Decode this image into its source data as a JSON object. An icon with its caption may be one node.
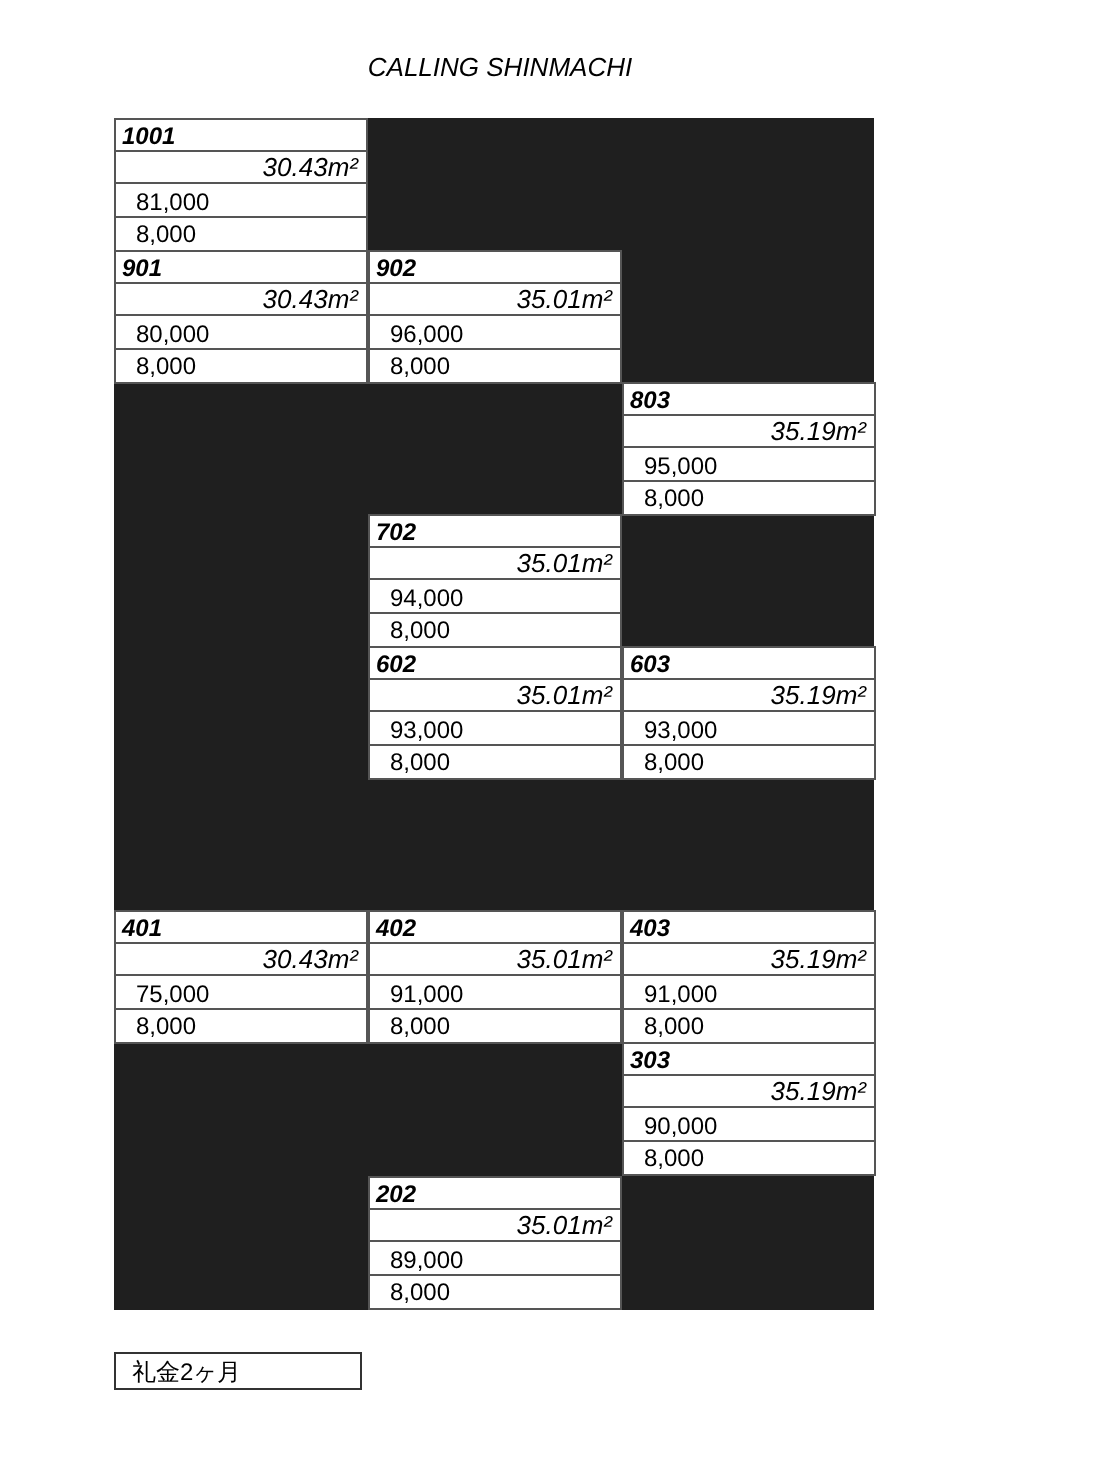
{
  "diagram": {
    "title": "CALLING SHINMACHI",
    "nodes": [
      {
        "text": [
          "1001",
          "30.43m²",
          "81,000",
          "8,000"
        ]
      },
      {
        "text": [
          "901",
          "30.43m²",
          "80,000",
          "8,000"
        ]
      },
      {
        "text": [
          "902",
          "35.01m²",
          "96,000",
          "8,000"
        ]
      },
      {
        "text": [
          "803",
          "35.19m²",
          "95,000",
          "8,000"
        ]
      },
      {
        "text": [
          "702",
          "35.01m²",
          "94,000",
          "8,000"
        ]
      },
      {
        "text": [
          "602",
          "35.01m²",
          "93,000",
          "8,000"
        ]
      },
      {
        "text": [
          "603",
          "35.19m²",
          "93,000",
          "8,000"
        ]
      },
      {
        "text": [
          "401",
          "30.43m²",
          "75,000",
          "8,000"
        ]
      },
      {
        "text": [
          "402",
          "35.01m²",
          "91,000",
          "8,000"
        ]
      },
      {
        "text": [
          "403",
          "35.19m²",
          "91,000",
          "8,000"
        ]
      },
      {
        "text": [
          "303",
          "35.19m²",
          "90,000",
          "8,000"
        ]
      },
      {
        "text": [
          "202",
          "35.01m²",
          "89,000",
          "8,000"
        ]
      },
      {
        "text": [
          "礼金2ヶ月"
        ]
      }
    ]
  }
}
